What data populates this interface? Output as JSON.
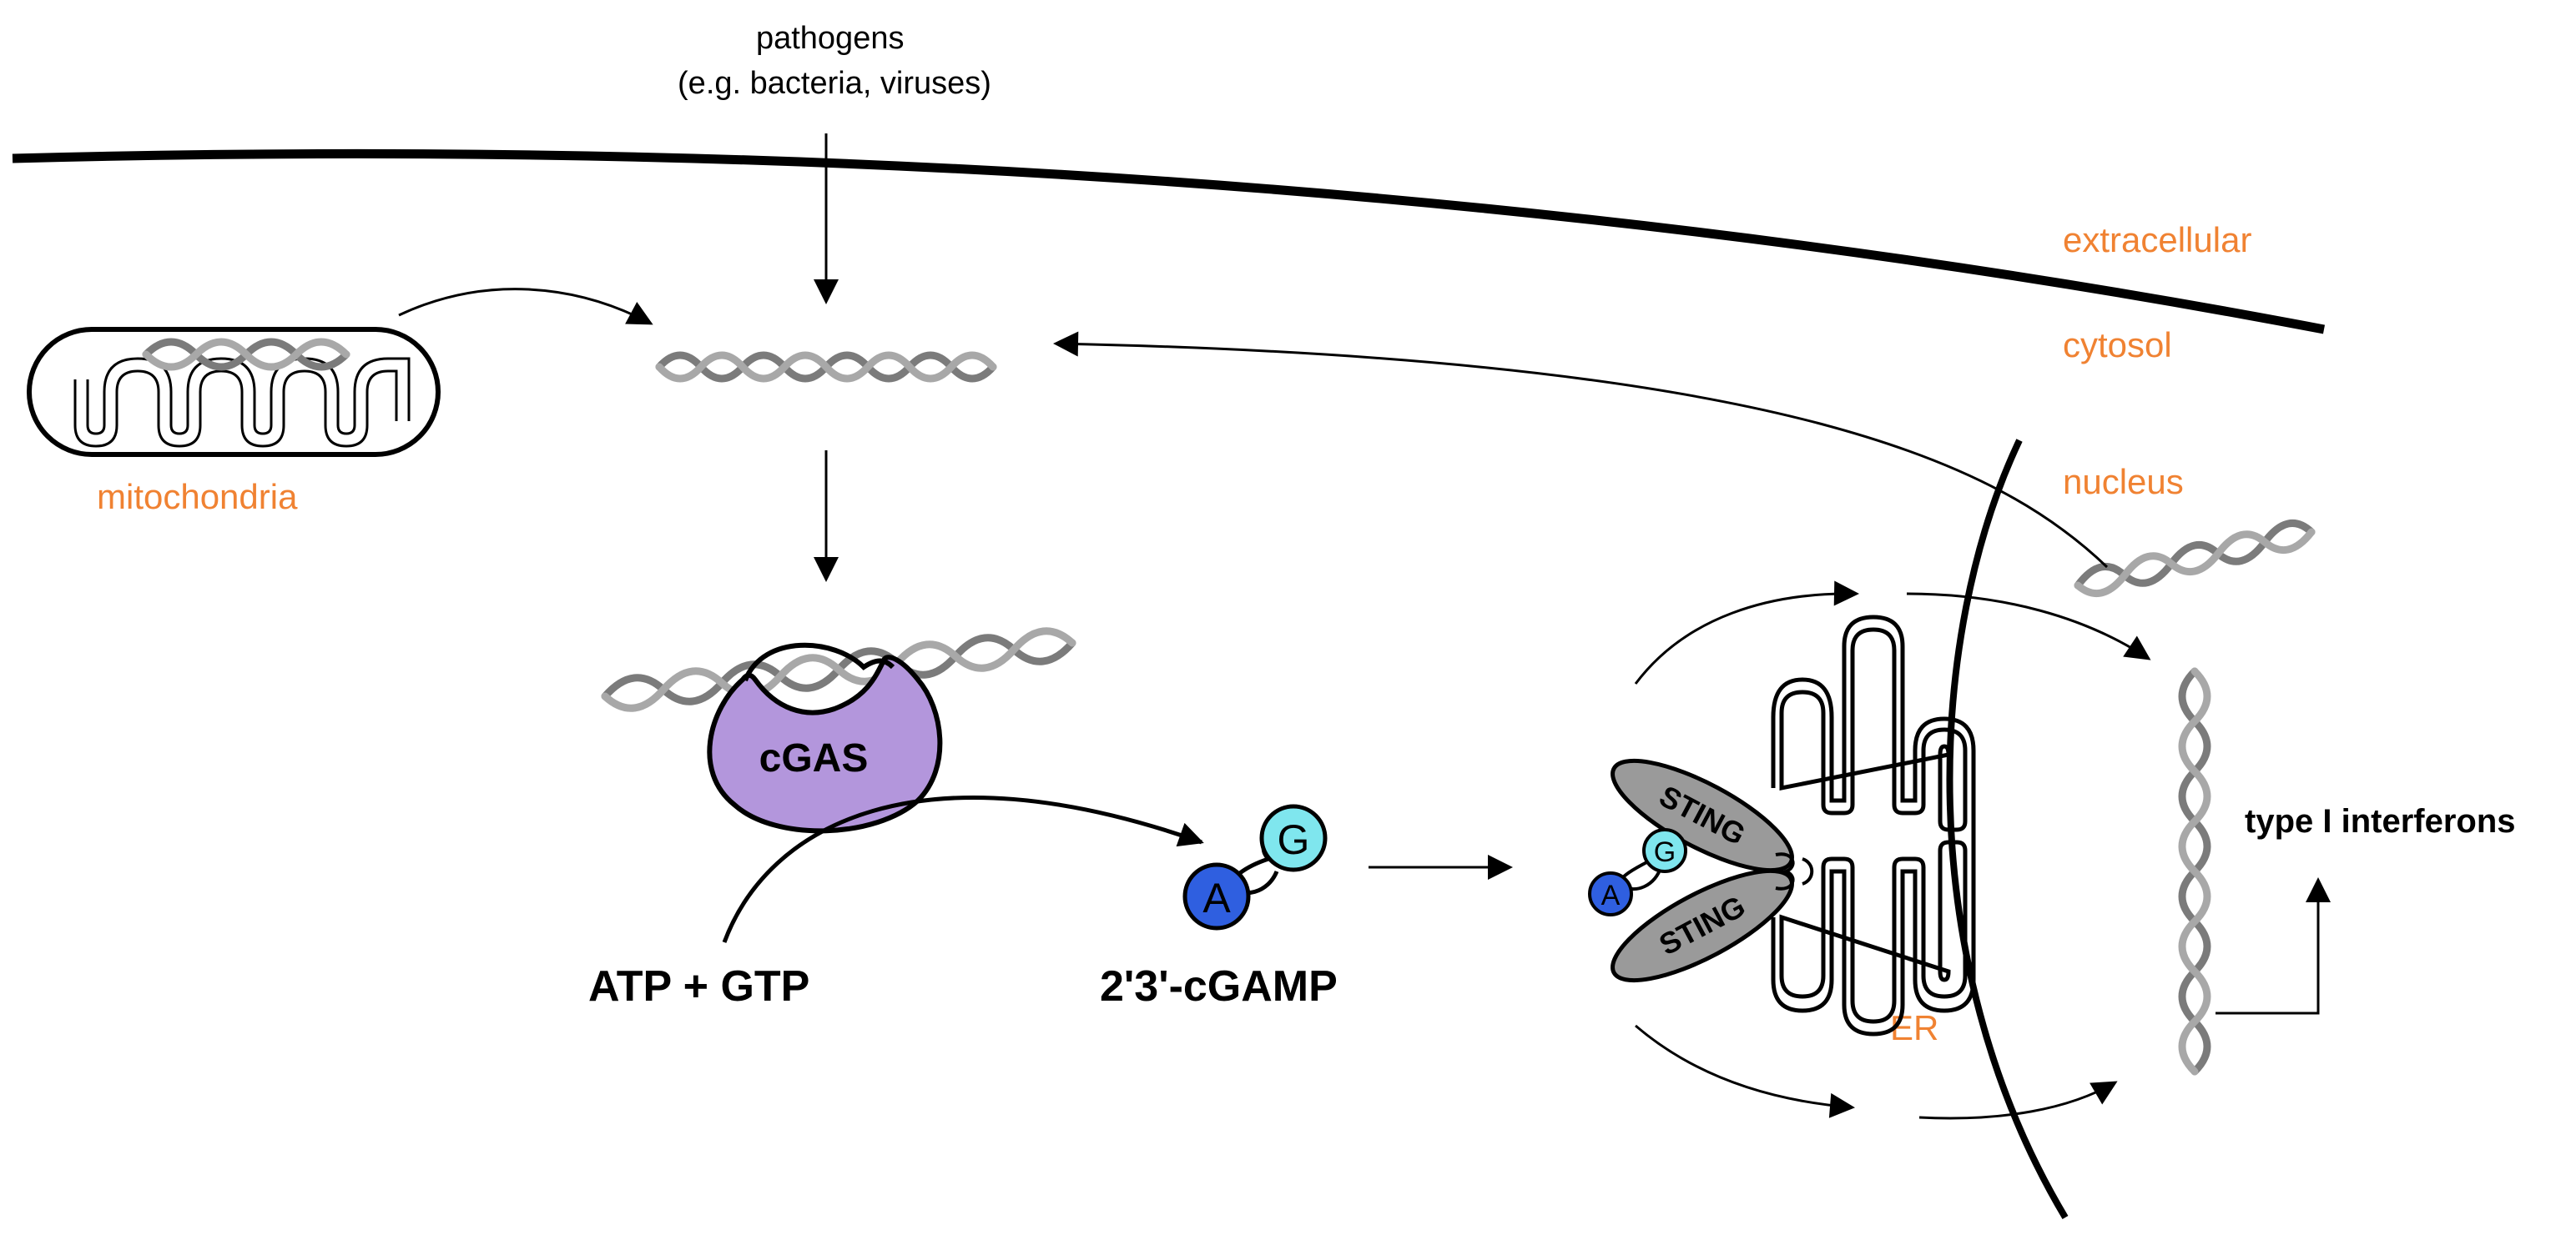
{
  "labels": {
    "pathogens_line1": "pathogens",
    "pathogens_line2": "(e.g. bacteria, viruses)",
    "extracellular": "extracellular",
    "cytosol": "cytosol",
    "nucleus": "nucleus",
    "mitochondria": "mitochondria",
    "cgas": "cGAS",
    "atp_gtp": "ATP + GTP",
    "cgamp": "2'3'-cGAMP",
    "sting": "STING",
    "er": "ER",
    "interferons": "type I interferons",
    "nucleotide_a": "A",
    "nucleotide_g": "G"
  },
  "colors": {
    "label_accent": "#f08232",
    "cgas_fill": "#b396dc",
    "sting_fill": "#9a9a9a",
    "adenine_fill": "#2f5fe0",
    "guanine_fill": "#7fe6ee",
    "dna_dark": "#7b7b7b",
    "dna_light": "#a8a8a8"
  }
}
